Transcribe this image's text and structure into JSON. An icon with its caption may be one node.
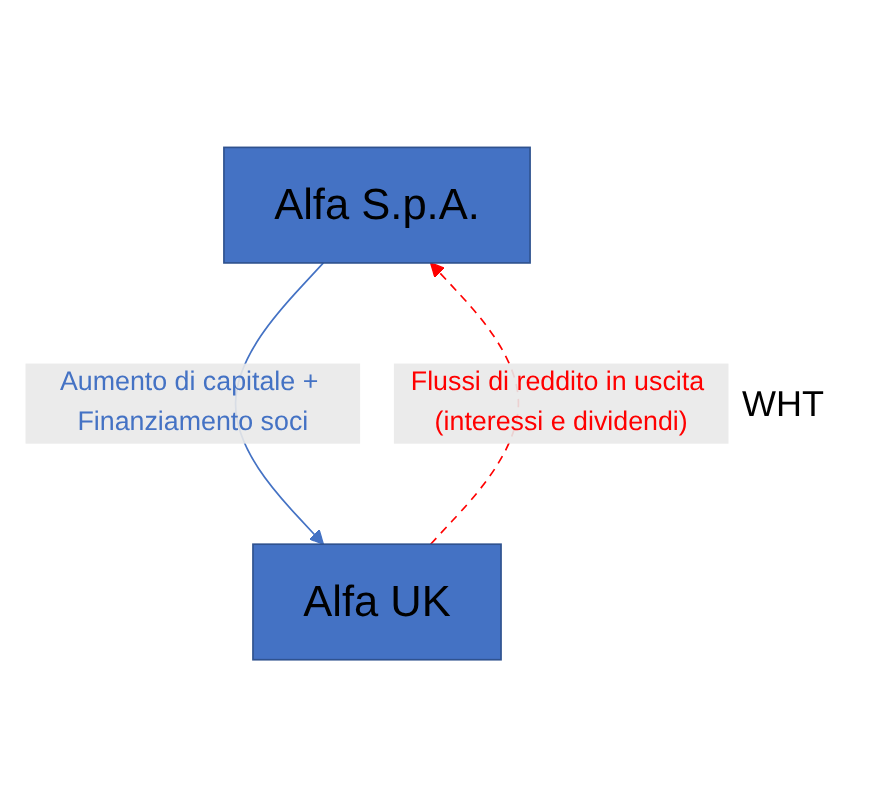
{
  "diagram": {
    "nodes": [
      {
        "text": [
          "Alfa S.p.A."
        ]
      },
      {
        "text": [
          "Alfa UK"
        ]
      }
    ],
    "edges": [
      {
        "from": 0,
        "to": 1,
        "arrow": "to",
        "label": "Aumento di capitale + Finanziamento soci",
        "color": "#4472c4"
      },
      {
        "from": 1,
        "to": 0,
        "arrow": "to",
        "label": "Flussi di reddito in uscita (interessi e dividendi)",
        "style": "dashed",
        "color": "#ff0000"
      }
    ],
    "labels": [
      "WHT"
    ]
  }
}
